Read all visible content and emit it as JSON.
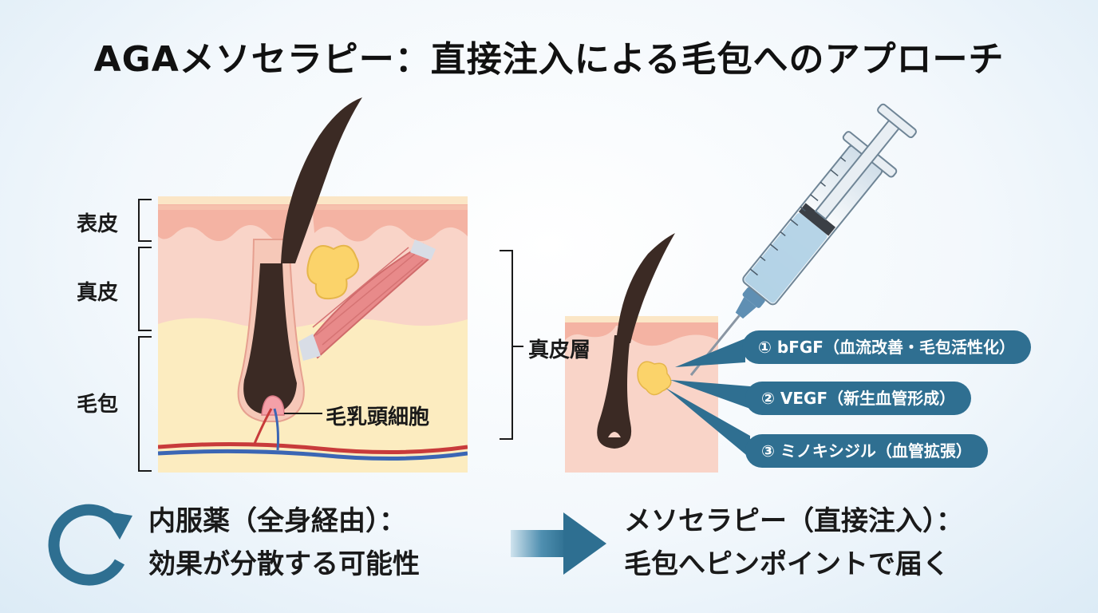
{
  "title": "AGAメソセラピー：直接注入による毛包へのアプローチ",
  "left_diagram": {
    "layers": [
      "表皮",
      "真皮",
      "毛包"
    ],
    "papilla_label": "毛乳頭細胞"
  },
  "right_diagram": {
    "layer_label": "真皮層",
    "ingredients": [
      "① bFGF（血流改善・毛包活性化）",
      "② VEGF（新生血管形成）",
      "③ ミノキシジル（血管拡張）"
    ]
  },
  "comparison": {
    "oral": {
      "line1": "内服薬（全身経由）：",
      "line2": "効果が分散する可能性"
    },
    "meso": {
      "line1": "メソセラピー（直接注入）：",
      "line2": "毛包へピンポイントで届く"
    }
  },
  "colors": {
    "pill": "#2f6f91",
    "arrow": "#2e6f91",
    "epidermis": "#f4b3a3",
    "dermis": "#f9d4c8",
    "subcutis": "#fcecc0",
    "hair": "#3b2a24"
  }
}
